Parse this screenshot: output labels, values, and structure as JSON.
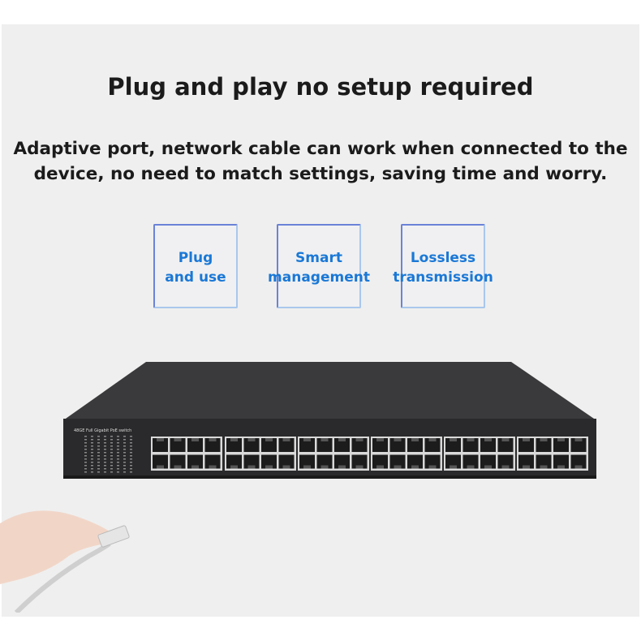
{
  "headline": "Plug and play no setup required",
  "description_line1": "Adaptive port, network cable can work when connected to the",
  "description_line2": "device, no need to match settings, saving time and worry.",
  "features": [
    {
      "line1": "Plug",
      "line2": "and use"
    },
    {
      "line1": "Smart",
      "line2": "management"
    },
    {
      "line1": "Lossless",
      "line2": "transmission"
    }
  ],
  "switch": {
    "model_label": "48GE Full Gigabit PoE switch",
    "port_count": 48,
    "colors": {
      "body": "#2d2d2f",
      "port_frame": "#d9d9d9",
      "port": "#1c1c1c"
    }
  },
  "colors": {
    "accent": "#1a78d6",
    "background": "#efefef",
    "text": "#1b1b1b"
  }
}
